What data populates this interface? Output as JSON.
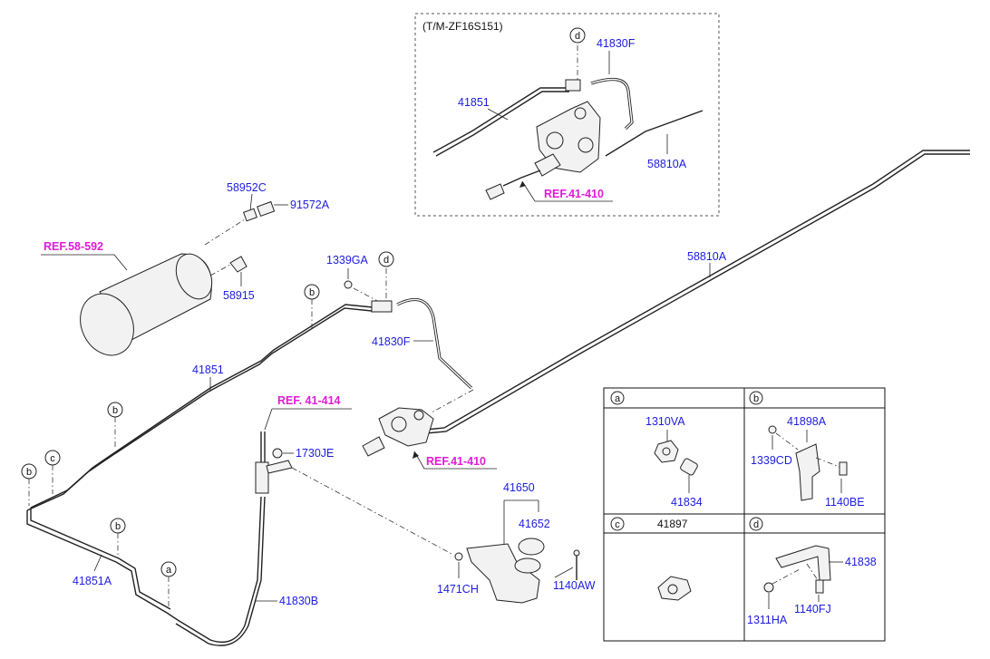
{
  "colors": {
    "part_label": "#1d1de0",
    "reference": "#e21ad9",
    "line": "#222222"
  },
  "inset": {
    "title": "(T/M-ZF16S151)",
    "label_41851": "41851",
    "label_41830F": "41830F",
    "label_58810A": "58810A",
    "ref": "REF.41-410",
    "marker_d": "d"
  },
  "main": {
    "ref_58592": "REF.58-592",
    "p58952C": "58952C",
    "p91572A": "91572A",
    "p58915": "58915",
    "p1339GA": "1339GA",
    "p41830F": "41830F",
    "p41851": "41851",
    "p58810A": "58810A",
    "ref_41414": "REF. 41-414",
    "p1730JE": "1730JE",
    "ref_41410": "REF.41-410",
    "p41851A": "41851A",
    "p41830B": "41830B",
    "p41650": "41650",
    "p41652": "41652",
    "p1471CH": "1471CH",
    "p1140AW": "1140AW",
    "markers": {
      "a": "a",
      "b": "b",
      "c": "c",
      "d": "d"
    }
  },
  "detail": {
    "a": {
      "tag": "a",
      "p1310VA": "1310VA",
      "p41834": "41834"
    },
    "b": {
      "tag": "b",
      "p41898A": "41898A",
      "p1339CD": "1339CD",
      "p1140BE": "1140BE"
    },
    "c": {
      "tag": "c",
      "p41897": "41897"
    },
    "d": {
      "tag": "d",
      "p41838": "41838",
      "p1311HA": "1311HA",
      "p1140FJ": "1140FJ"
    }
  }
}
